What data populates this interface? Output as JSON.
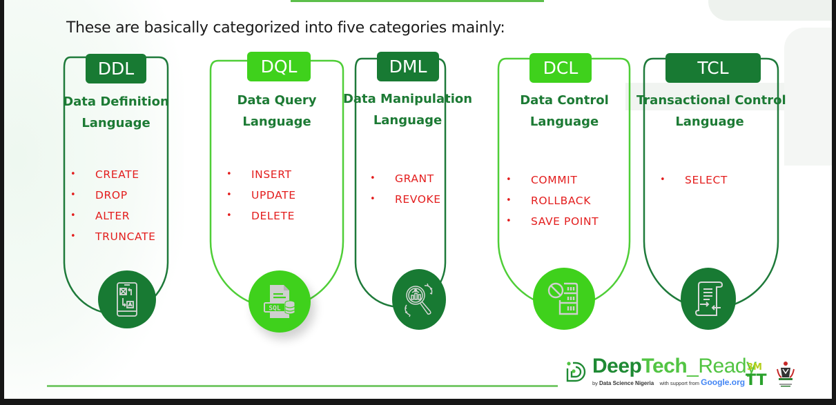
{
  "heading": "These are basically categorized into five categories mainly:",
  "colors": {
    "dark_green": "#187a33",
    "light_green": "#3fd11c",
    "title_green": "#1c7a34",
    "command_red": "#e31d1d",
    "accent_line": "#77c96a"
  },
  "categories": [
    {
      "abbr": "DDL",
      "title_line1": "Data Definition",
      "title_line2": "Language",
      "commands": [
        "CREATE",
        "DROP",
        "ALTER",
        "TRUNCATE"
      ],
      "icon": "phone-translate-icon",
      "shade": "dark"
    },
    {
      "abbr": "DQL",
      "title_line1": "Data Query",
      "title_line2": "Language",
      "commands": [
        "INSERT",
        "UPDATE",
        "DELETE"
      ],
      "icon": "sql-database-file-icon",
      "icon_label": "SQL",
      "shade": "light"
    },
    {
      "abbr": "DML",
      "title_line1": "Data Manipulation",
      "title_line2": "Language",
      "commands": [
        "GRANT",
        "REVOKE"
      ],
      "icon": "data-analysis-gears-icon",
      "shade": "dark"
    },
    {
      "abbr": "DCL",
      "title_line1": "Data Control",
      "title_line2": "Language",
      "commands": [
        "COMMIT",
        "ROLLBACK",
        "SAVE POINT"
      ],
      "icon": "blocked-server-icon",
      "shade": "light"
    },
    {
      "abbr": "TCL",
      "title_line1": "Transactional Control",
      "title_line2": "Language",
      "commands": [
        "SELECT"
      ],
      "icon": "transaction-scroll-icon",
      "shade": "dark"
    }
  ],
  "footer": {
    "brand_part1": "Deep",
    "brand_part2": "Tech",
    "brand_part3": "_Ready",
    "byline_prefix": "by",
    "byline_org": "Data Science Nigeria",
    "support_text": "with support from",
    "support_org": "Google.org",
    "partner_logo_top": "3M",
    "partner_logo_bottom": "TT"
  }
}
